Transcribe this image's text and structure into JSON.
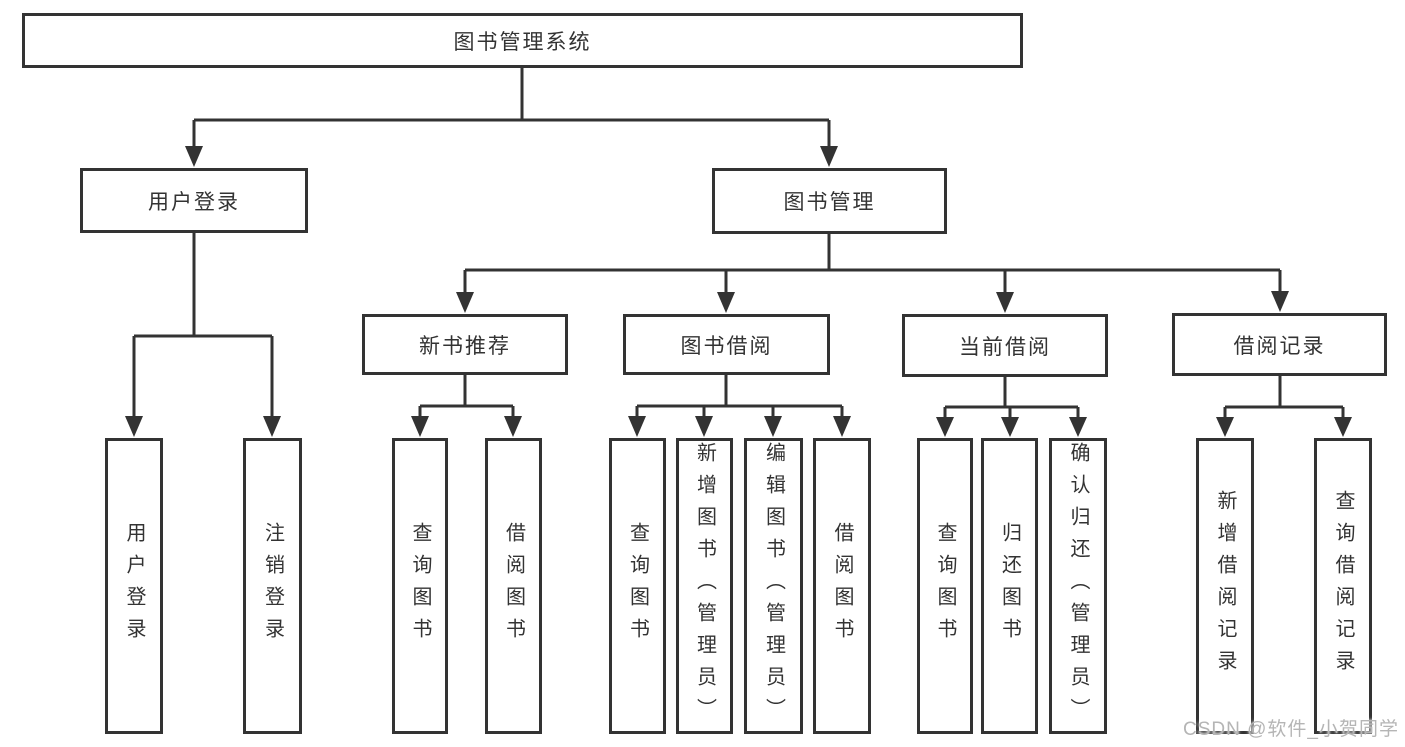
{
  "diagram": {
    "root": {
      "label": "图书管理系统"
    },
    "level2": {
      "user_login": {
        "label": "用户登录",
        "children": [
          {
            "label": "用户登录"
          },
          {
            "label": "注销登录"
          }
        ]
      },
      "book_management": {
        "label": "图书管理",
        "children": [
          {
            "label": "新书推荐",
            "children": [
              {
                "label": "查询图书"
              },
              {
                "label": "借阅图书"
              }
            ]
          },
          {
            "label": "图书借阅",
            "children": [
              {
                "label": "查询图书"
              },
              {
                "label": "新增图书（管理员）"
              },
              {
                "label": "编辑图书（管理员）"
              },
              {
                "label": "借阅图书"
              }
            ]
          },
          {
            "label": "当前借阅",
            "children": [
              {
                "label": "查询图书"
              },
              {
                "label": "归还图书"
              },
              {
                "label": "确认归还（管理员）"
              }
            ]
          },
          {
            "label": "借阅记录",
            "children": [
              {
                "label": "新增借阅记录"
              },
              {
                "label": "查询借阅记录"
              }
            ]
          }
        ]
      }
    }
  },
  "watermark": {
    "text": "CSDN @软件_小贺同学"
  },
  "colors": {
    "line": "#333333",
    "border": "#333333",
    "text": "#333333",
    "background": "#ffffff",
    "box_fill": "#ffffff",
    "watermark": "#b5b5b5"
  }
}
